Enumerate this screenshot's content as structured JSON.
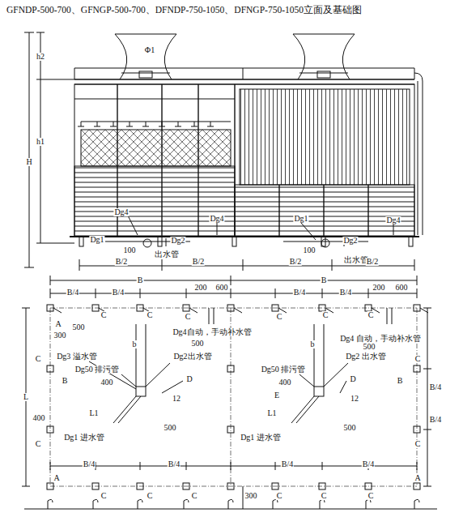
{
  "diagram": {
    "title": "GFNDP-500-700、GFNGP-500-700、DFNDP-750-1050、DFNGP-750-1050立面及基础图",
    "labels": [
      "h2",
      "H",
      "h1",
      "Φ1",
      "Dg4",
      "Dg4",
      "Dg1",
      "Dg4",
      "Dg1",
      "100",
      "Dg2",
      "出水管",
      "100",
      "Dg2",
      "出水管",
      "B/2",
      "B/2",
      "B/2",
      "B/2",
      "B",
      "B",
      "B/4",
      "B/4",
      "B/4",
      "B/4",
      "200",
      "600",
      "200",
      "600",
      "A",
      "300",
      "500",
      "C",
      "C",
      "C",
      "C",
      "C",
      "C",
      "Dg4自动，手动补水管",
      "Dg4 自动，手动补水管",
      "Dg3 溢水管",
      "C",
      "Dg2出水管",
      "Dg2 出水管",
      "C",
      "b",
      "b",
      "500",
      "500",
      "Dg50 排污管",
      "Dg50 排污管",
      "D",
      "D",
      "E",
      "B",
      "B",
      "L",
      "12",
      "12",
      "L1",
      "L1",
      "400",
      "400",
      "400",
      "500",
      "500",
      "Dg1 进水管",
      "Dg1 进水管",
      "C",
      "C",
      "B/4",
      "B/4",
      "B/4",
      "B/4",
      "B/4",
      "B/4",
      "A",
      "A",
      "C",
      "C",
      "C",
      "C",
      "C",
      "C",
      "300"
    ]
  }
}
